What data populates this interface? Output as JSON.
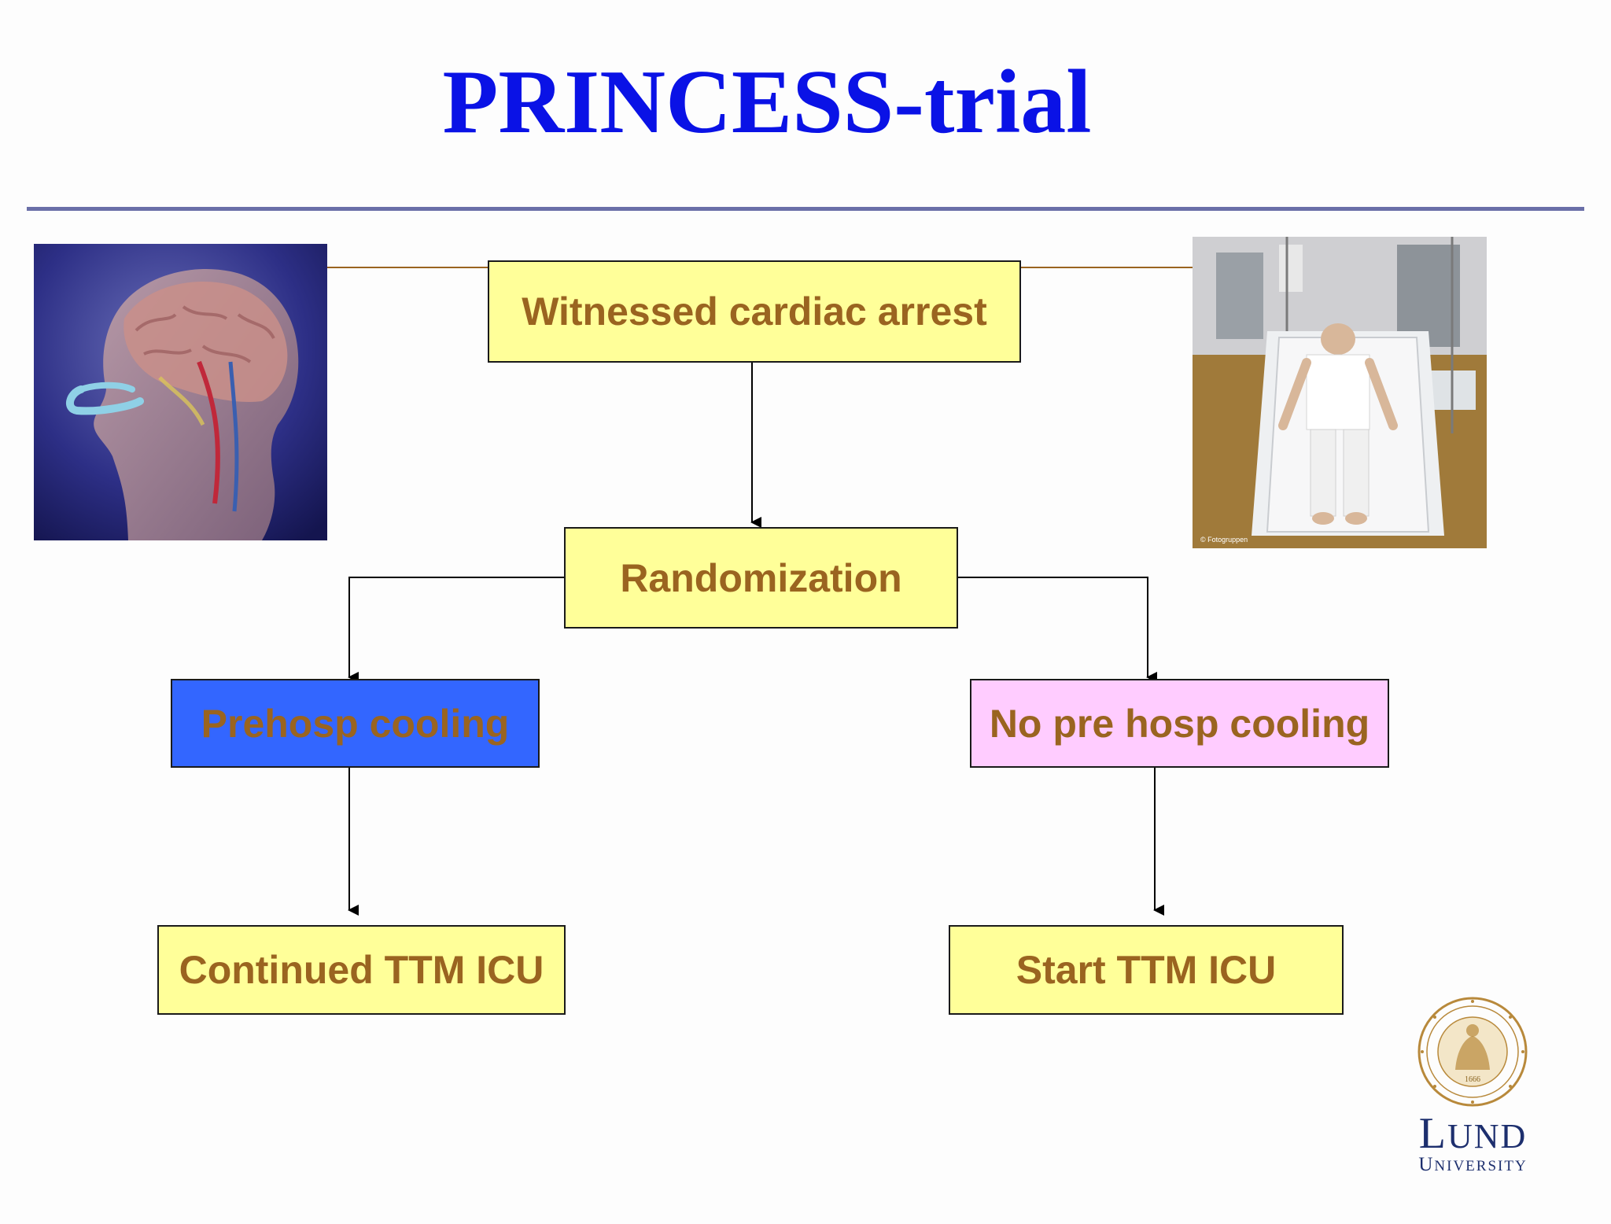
{
  "slide": {
    "title": "PRINCESS-trial"
  },
  "flowchart": {
    "nodes": {
      "witnessed": "Witnessed cardiac arrest",
      "randomization": "Randomization",
      "prehosp": "Prehosp cooling",
      "no_prehosp": "No pre hosp cooling",
      "continued": "Continued TTM ICU",
      "start": "Start TTM ICU"
    },
    "colors": {
      "yellow_box": "#ffff99",
      "blue_box": "#3366ff",
      "pink_box": "#ffccff",
      "text": "#9a6420",
      "title": "#0a12e6"
    }
  },
  "images": {
    "left": "head-nasal-cooling-illustration",
    "right": "icu-patient-photo",
    "right_credit": "© Fotogruppen"
  },
  "logo": {
    "name_first": "L",
    "name_rest": "UND",
    "sub_first": "U",
    "sub_rest": "NIVERSITY",
    "seal_year": "1666"
  }
}
